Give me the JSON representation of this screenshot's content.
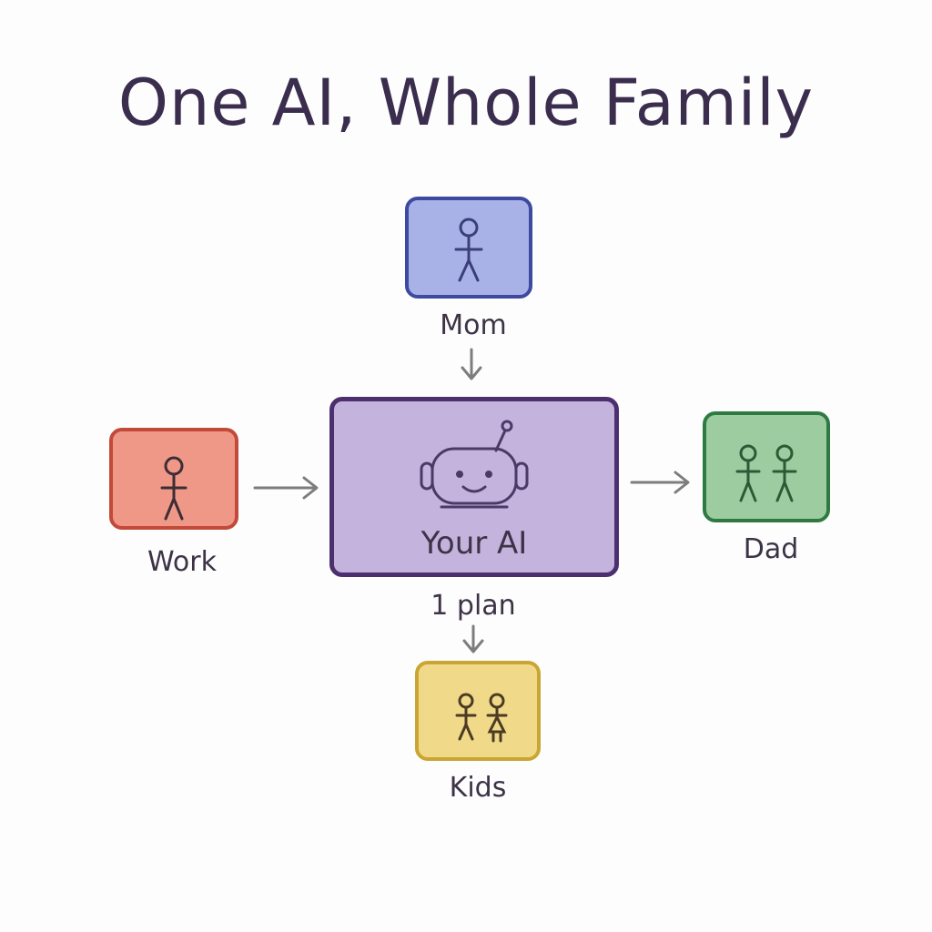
{
  "title": "One AI, Whole Family",
  "center": {
    "label": "Your AI",
    "sublabel": "1 plan",
    "fill": "#c3b3dd",
    "border": "#4b2f6e"
  },
  "nodes": {
    "mom": {
      "label": "Mom",
      "fill": "#a9b2e6",
      "border": "#3e4aa0"
    },
    "work": {
      "label": "Work",
      "fill": "#ef9887",
      "border": "#c24a3a"
    },
    "dad": {
      "label": "Dad",
      "fill": "#9ccc9f",
      "border": "#2f7a42"
    },
    "kids": {
      "label": "Kids",
      "fill": "#f1d98a",
      "border": "#c9a634"
    }
  },
  "colors": {
    "arrow": "#7d7d7d",
    "text": "#3d3346"
  }
}
